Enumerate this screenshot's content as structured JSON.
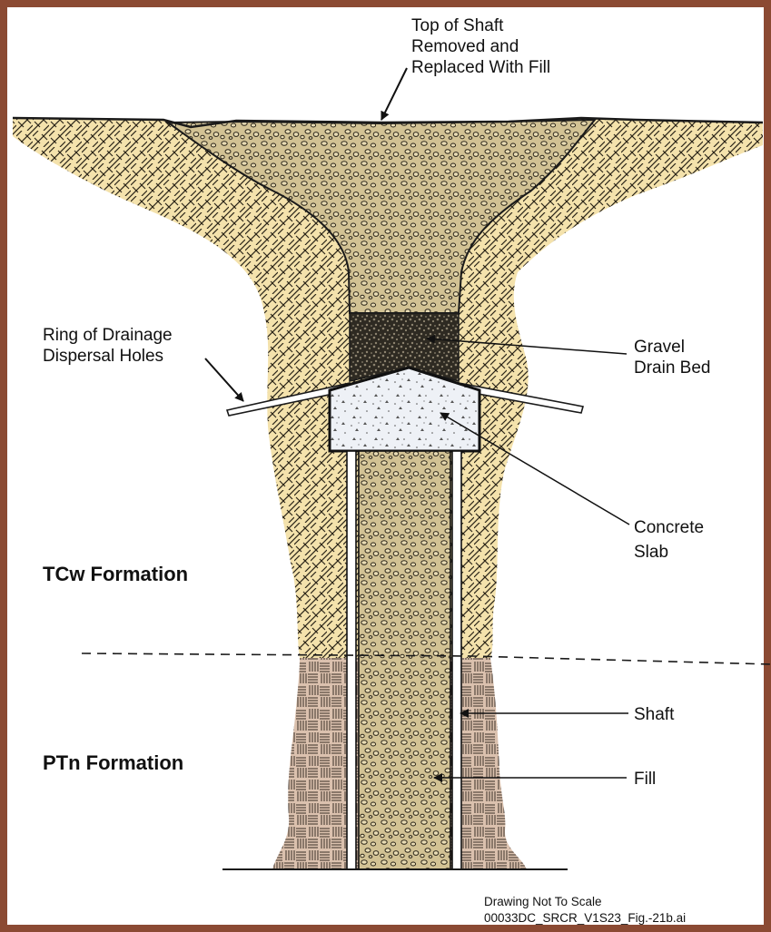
{
  "labels": {
    "top_of_shaft": [
      "Top of Shaft",
      "Removed and",
      "Replaced With Fill"
    ],
    "ring_of_drainage": [
      "Ring of Drainage",
      "Dispersal Holes"
    ],
    "gravel_drain_bed": [
      "Gravel",
      "Drain Bed"
    ],
    "concrete_slab": [
      "Concrete",
      "Slab"
    ],
    "tcw_formation": "TCw Formation",
    "ptn_formation": "PTn Formation",
    "shaft": "Shaft",
    "fill": "Fill"
  },
  "footer": {
    "scale_note": "Drawing Not To Scale",
    "file_id": "00033DC_SRCR_V1S23_Fig.-21b.ai"
  },
  "colors": {
    "frame": "#8b4a33",
    "tcw_rock": "#f4e2ac",
    "ptn_rock": "#dbc1ae",
    "fill_material": "#c9b98c",
    "gravel_bed": "#2e2a22",
    "concrete": "#eef1f6"
  }
}
